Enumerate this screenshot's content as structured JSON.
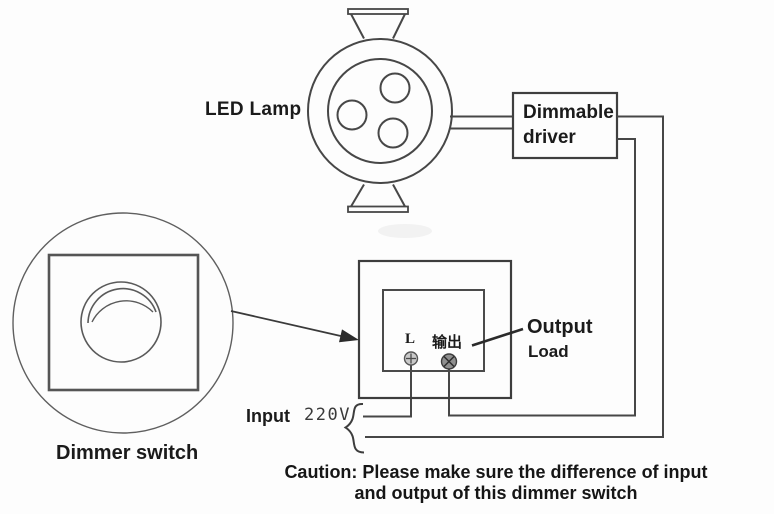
{
  "colors": {
    "background": "#fdfdfd",
    "line": "#474747",
    "text": "#1b1b1b",
    "terminal_fill_light": "#c9c9c9",
    "terminal_fill_dark": "#8f8f8f"
  },
  "lamp": {
    "label": "LED Lamp"
  },
  "driver": {
    "line1": "Dimmable",
    "line2": "driver"
  },
  "dimmer": {
    "label": "Dimmer switch"
  },
  "panel": {
    "terminal_live_label": "L",
    "terminal_output_label": "输出"
  },
  "output_callout": {
    "title": "Output",
    "subtitle": "Load"
  },
  "input_callout": {
    "label": "Input",
    "voltage": "220V"
  },
  "caution": {
    "line1": "Caution: Please make sure the difference of input",
    "line2": "and output of this dimmer switch"
  }
}
